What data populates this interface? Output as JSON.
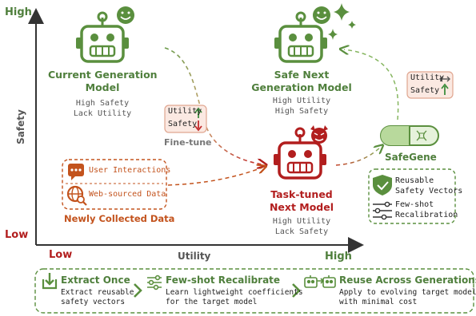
{
  "axes": {
    "y_label": "Safety",
    "y_high": "High",
    "y_low": "Low",
    "x_label": "Utility",
    "x_low": "Low",
    "x_high": "High"
  },
  "current_model": {
    "title_line1": "Current Generation",
    "title_line2": "Model",
    "desc_line1": "High Safety",
    "desc_line2": "Lack Utility"
  },
  "safe_next_model": {
    "title_line1": "Safe Next",
    "title_line2": "Generation Model",
    "desc_line1": "High Utility",
    "desc_line2": "High Safety"
  },
  "finetune": {
    "label": "Fine-tune",
    "utility": "Utility",
    "safety": "Safety"
  },
  "task_model": {
    "title_line1": "Task-tuned",
    "title_line2": "Next Model",
    "desc_line1": "High Utility",
    "desc_line2": "Lack Safety"
  },
  "data_box": {
    "item1": "User Interactions",
    "item2": "Web-sourced Data",
    "caption": "Newly Collected Data"
  },
  "safegene": {
    "label": "SafeGene",
    "utility": "Utility",
    "safety": "Safety",
    "vec_line1": "Reusable",
    "vec_line2": "Safety Vectors",
    "fs_line1": "Few-shot",
    "fs_line2": "Recalibration"
  },
  "pipeline": {
    "step1_title": "Extract Once",
    "step1_line1": "Extract reusable",
    "step1_line2": "safety vectors",
    "step2_title": "Few-shot Recalibrate",
    "step2_line1": "Learn lightweight coefficients",
    "step2_line2": "for the target model",
    "step3_title": "Reuse Across Generations",
    "step3_line1": "Apply to evolving target models",
    "step3_line2": "with minimal cost"
  },
  "colors": {
    "green": "#5a8f3e",
    "red": "#b21e1e",
    "orange": "#c3531d"
  }
}
